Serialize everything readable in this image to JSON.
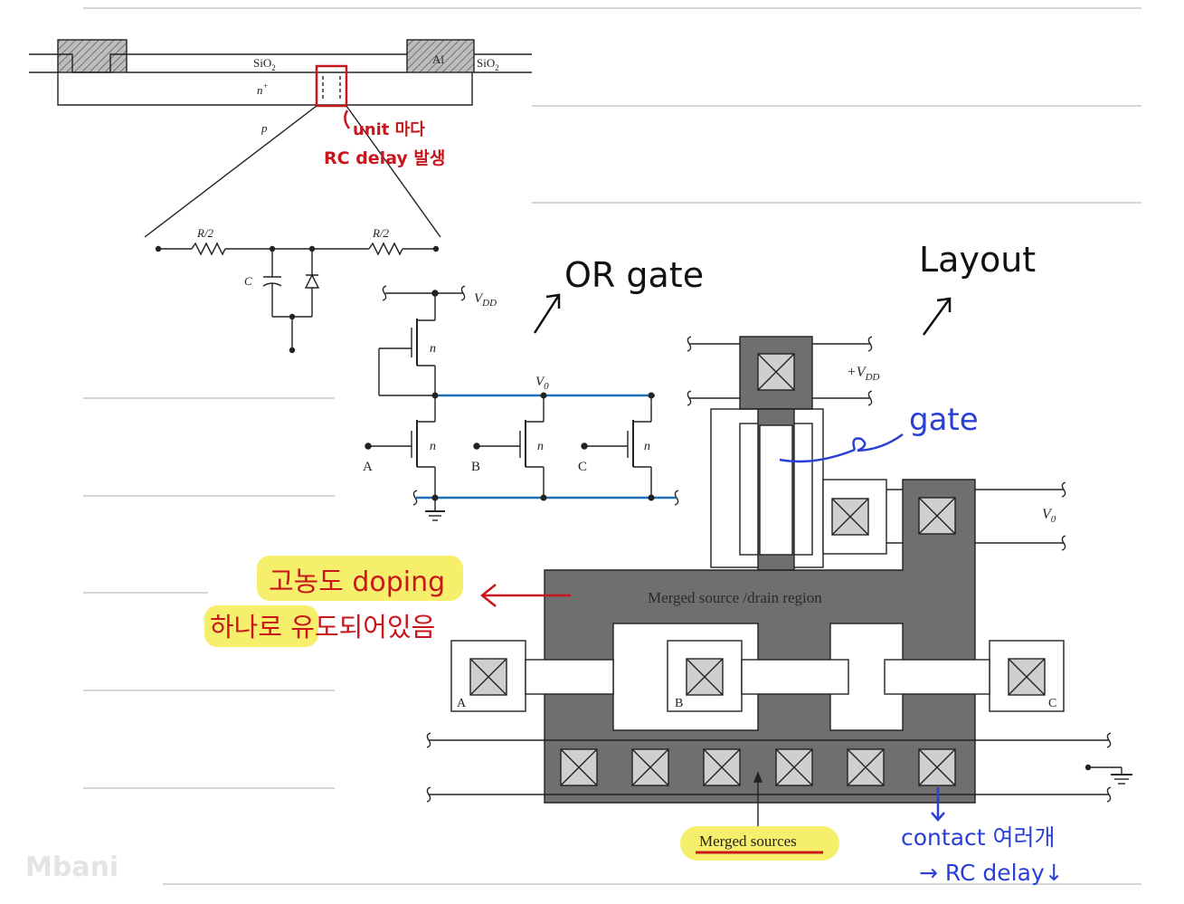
{
  "cross_section": {
    "sio2_left": "SiO",
    "sio2_sub": "2",
    "al_label": "Al",
    "sio2_right": "SiO",
    "n_plus": "n",
    "n_plus_sup": "+",
    "p_label": "p",
    "r_left": "R/2",
    "r_right": "R/2",
    "c_label": "C"
  },
  "or_gate": {
    "vdd": "V",
    "vdd_sub": "DD",
    "v0": "V",
    "v0_sub": "0",
    "n_load": "n",
    "n_a": "n",
    "n_b": "n",
    "n_c": "n",
    "input_a": "A",
    "input_b": "B",
    "input_c": "C"
  },
  "layout": {
    "vdd": "+V",
    "vdd_sub": "DD",
    "v0": "V",
    "v0_sub": "0",
    "merged_region": "Merged source /drain region",
    "merged_sources": "Merged sources",
    "label_a": "A",
    "label_b": "B",
    "label_c": "C"
  },
  "annotations": {
    "unit_rc_line1": "unit 마다",
    "unit_rc_line2": "RC delay 발생",
    "or_gate_title": "OR gate",
    "layout_title": "Layout",
    "gate": "gate",
    "doping_line1": "고농도 doping",
    "doping_line2": "하나로 유도되어있음",
    "contact_line1": "contact 여러개",
    "contact_line2": "→ RC delay↓"
  },
  "watermark": "Mbani",
  "colors": {
    "ink_red": "#c8171c",
    "ink_blue": "#2a3fd6",
    "highlight": "#f6ef6c",
    "layout_gray": "#6f6f6f",
    "wire_blue": "#1f6fb8"
  }
}
